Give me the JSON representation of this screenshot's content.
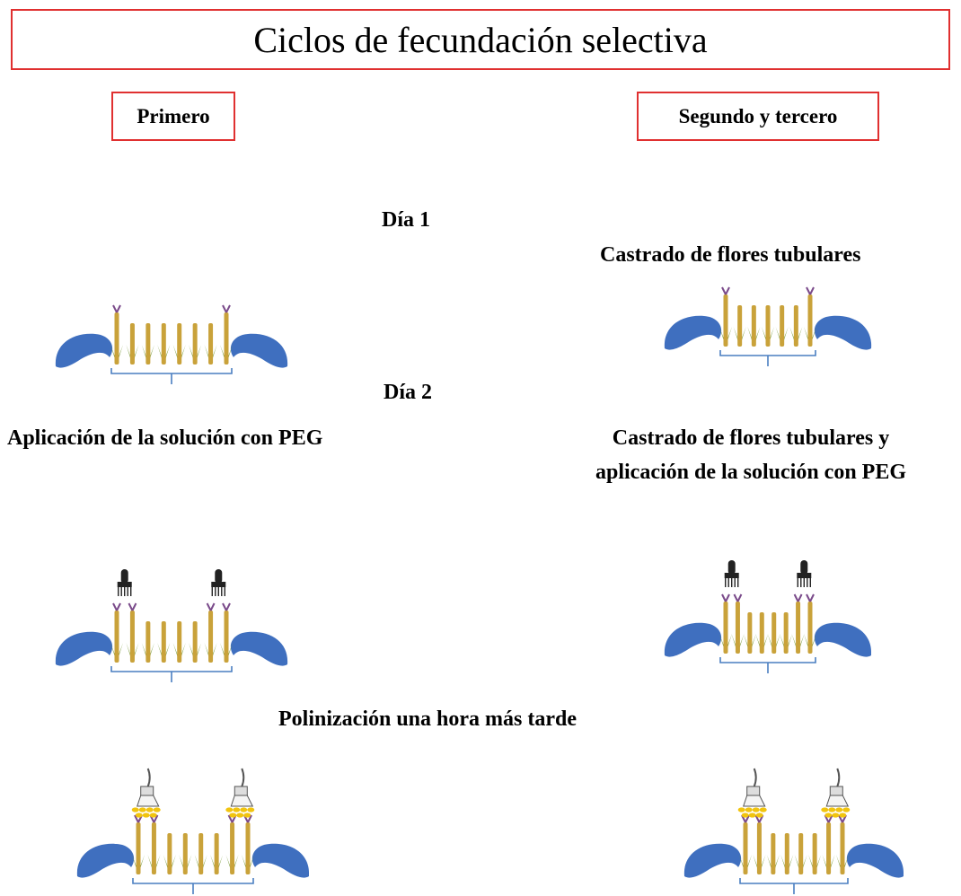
{
  "title": "Ciclos de fecundación selectiva",
  "columns": {
    "first": "Primero",
    "second": "Segundo y tercero"
  },
  "steps": {
    "day1": "Día 1",
    "day1_second": "Castrado de flores tubulares",
    "day2": "Día 2",
    "day2_first": "Aplicación de la solución con PEG",
    "day2_second_line1": "Castrado de flores tubulares y",
    "day2_second_line2": "aplicación de la solución con PEG",
    "pollination": "Polinización una hora más tarde"
  },
  "colors": {
    "box_border": "#e03030",
    "petal": "#3f6fbf",
    "bracket": "#4a7fc1",
    "stem": "#7a9a3a",
    "floret": "#c9a23a",
    "stamen": "#7a4a8a",
    "dropper": "#222222",
    "pollen": "#f1c40f"
  }
}
